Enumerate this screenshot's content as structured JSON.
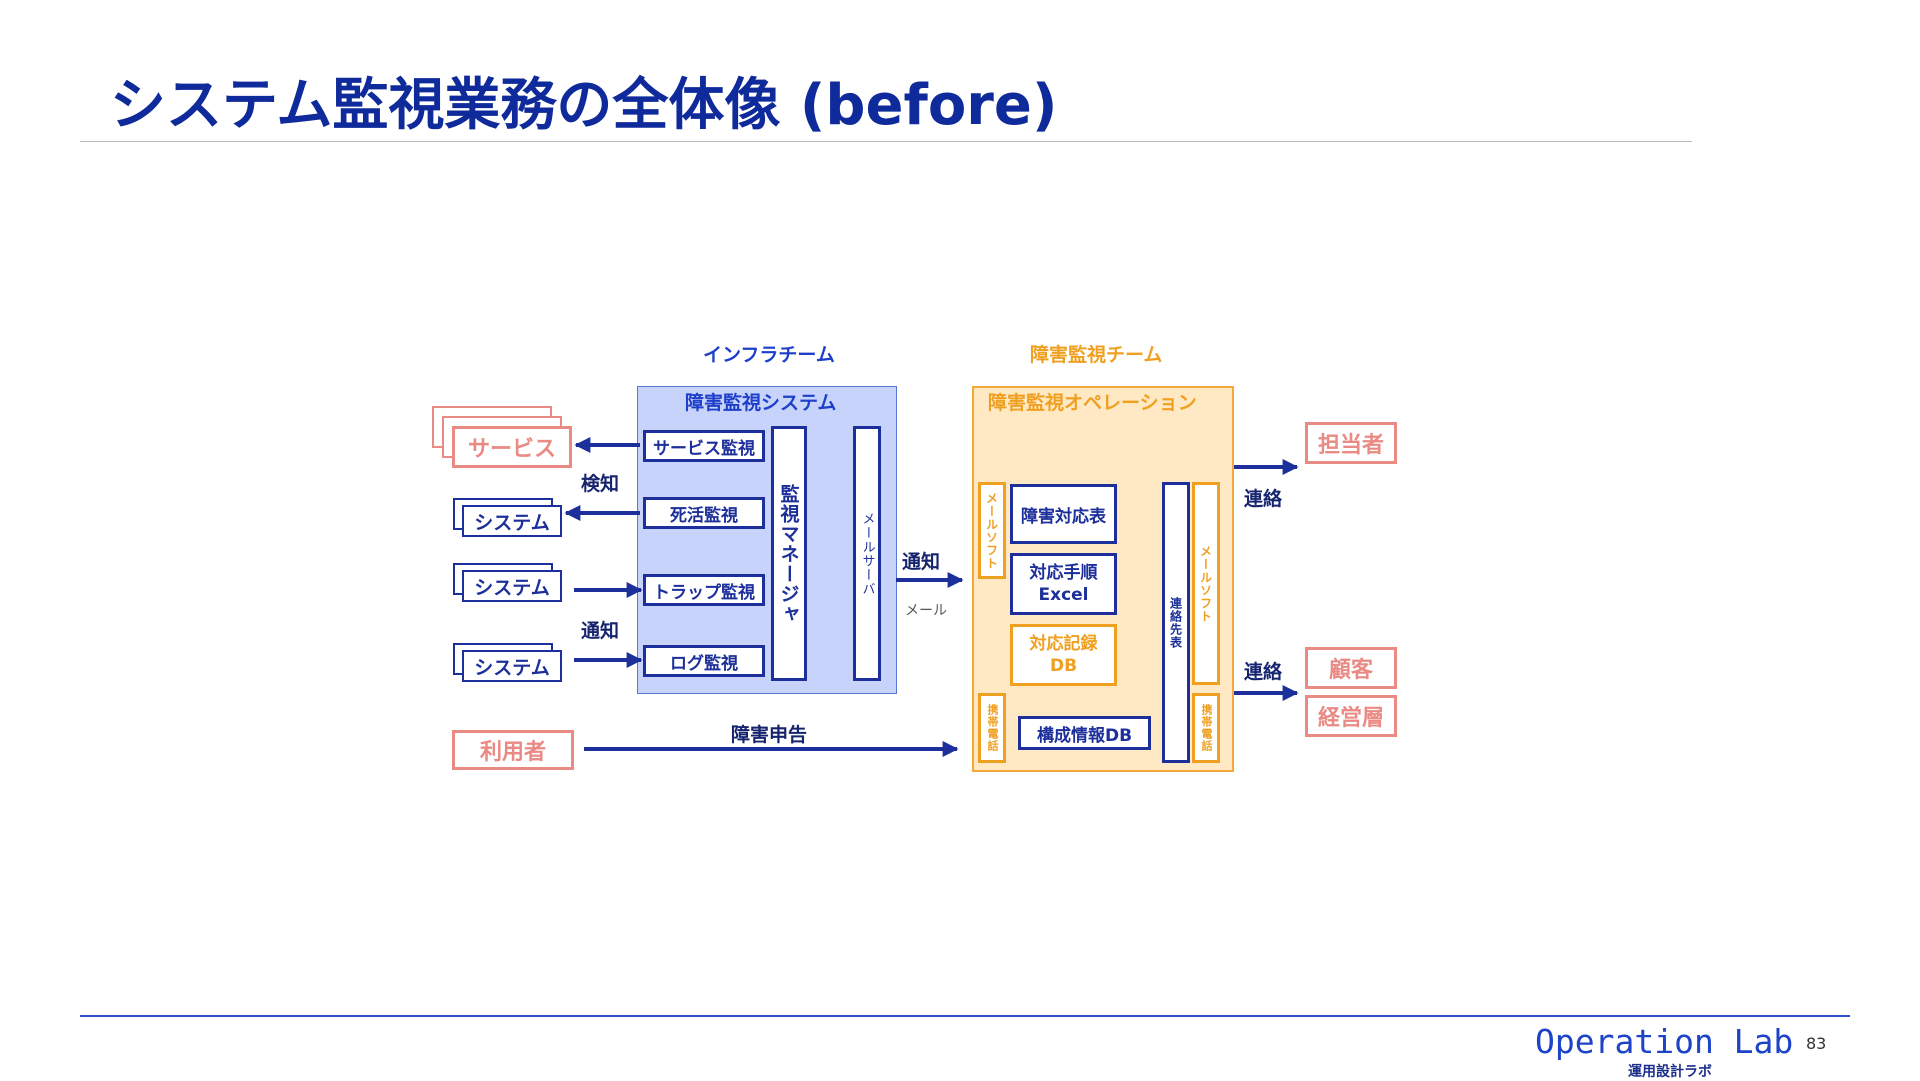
{
  "slide": {
    "title": "システム監視業務の全体像 (before)",
    "page_number": "83",
    "footer_logo": "Operation Lab",
    "footer_sub": "運用設計ラボ"
  },
  "diagram": {
    "infra_team_label": "インフラチーム",
    "ops_team_label": "障害監視チーム",
    "infra_system_title": "障害監視システム",
    "ops_title": "障害監視オペレーション",
    "monitors": [
      "サービス監視",
      "死活監視",
      "トラップ監視",
      "ログ監視"
    ],
    "monitor_manager": "監視マネージャ",
    "mail_server": "メールサーバ",
    "left_nodes": {
      "service": "サービス",
      "system": "システム",
      "user": "利用者"
    },
    "arrows": {
      "detect": "検知",
      "notify_left": "通知",
      "notify_mid": "通知",
      "mail": "メール",
      "incident_report": "障害申告",
      "contact_top": "連絡",
      "contact_bottom": "連絡"
    },
    "ops_items": {
      "mail_soft_left": "メールソフト",
      "mobile_left": "携帯電話",
      "incident_table": "障害対応表",
      "procedure_line1": "対応手順",
      "procedure_line2": "Excel",
      "record_line1": "対応記録",
      "record_line2": "DB",
      "config_db": "構成情報DB",
      "contact_list": "連絡先表",
      "mail_soft_right": "メールソフト",
      "mobile_right": "携帯電話"
    },
    "right_nodes": {
      "owner": "担当者",
      "customer": "顧客",
      "management": "経営層"
    }
  },
  "colors": {
    "title_blue": "#0f2a9a",
    "navy": "#1d2f9a",
    "infra_fill": "#c7d3fb",
    "ops_fill": "#ffe8c4",
    "orange": "#f0a020",
    "pink": "#e98a84"
  }
}
